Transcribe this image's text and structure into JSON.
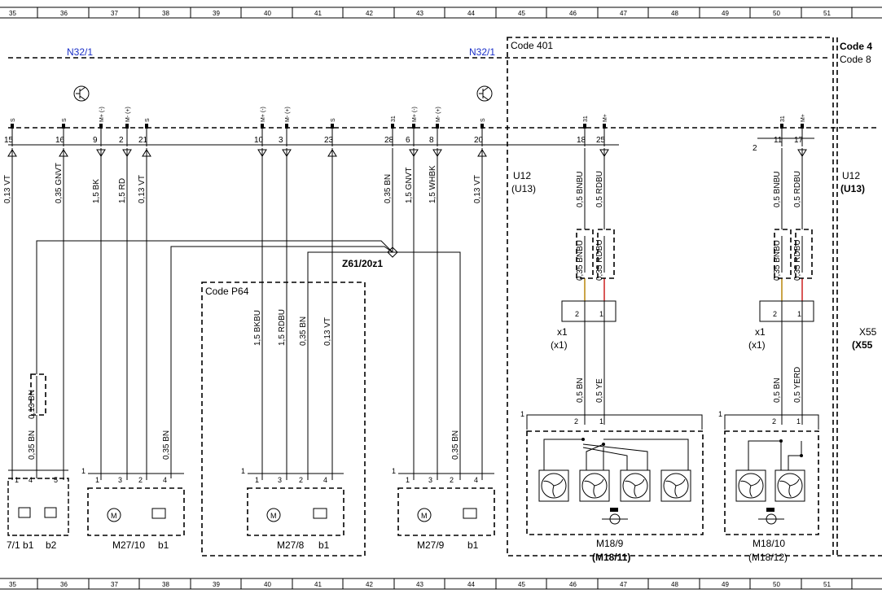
{
  "grid_numbers": [
    "35",
    "36",
    "37",
    "38",
    "39",
    "40",
    "41",
    "42",
    "43",
    "44",
    "45",
    "46",
    "47",
    "48",
    "49",
    "50",
    "51"
  ],
  "modules": {
    "n32_left": "N32/1",
    "n32_right": "N32/1"
  },
  "codes": {
    "code401": "Code 401",
    "code_right_top": "Code 4",
    "code_right_bot": "Code 8",
    "code_p64": "Code P64"
  },
  "connectors": {
    "u12_a": "U12",
    "u13_a": "(U13)",
    "u12_b": "U12",
    "u13_b": "(U13)",
    "z61": "Z61/20z1",
    "x1_a": "x1",
    "x1_a2": "(x1)",
    "x1_b": "x1",
    "x1_b2": "(x1)",
    "x55_a": "X55",
    "x55_b": "(X55"
  },
  "pins_top": [
    {
      "n": "15",
      "s": "S"
    },
    {
      "n": "16",
      "s": "S"
    },
    {
      "n": "9",
      "s": "M+ (-)"
    },
    {
      "n": "2",
      "s": "M- (+)"
    },
    {
      "n": "21",
      "s": "S"
    },
    {
      "n": "10",
      "s": "M+ (-)"
    },
    {
      "n": "3",
      "s": "M- (+)"
    },
    {
      "n": "23",
      "s": "S"
    },
    {
      "n": "28",
      "s": "31"
    },
    {
      "n": "6",
      "s": "M+ (-)"
    },
    {
      "n": "8",
      "s": "M- (+)"
    },
    {
      "n": "20",
      "s": "S"
    },
    {
      "n": "18",
      "s": "31"
    },
    {
      "n": "25",
      "s": "M+"
    },
    {
      "n": "2",
      "s": ""
    },
    {
      "n": "11",
      "s": "31"
    },
    {
      "n": "17",
      "s": "M+"
    }
  ],
  "wires": [
    "0,13 VT",
    "0,35 GNVT",
    "1,5 BK",
    "1,5 RD",
    "0,13 VT",
    "0,35 BN",
    "1,5 GNVT",
    "1,5 WHBK",
    "0,13 VT",
    "0,5 BNBU",
    "0,5 RDBU",
    "0,5 BNBU",
    "0,5 RDBU",
    "0,35 BNBU",
    "0,35 RDBU",
    "0,35 BNBU",
    "0,35 RDBU",
    "0,13 BN",
    "0,35 BN",
    "0,35 BN",
    "1,5 BKBU",
    "1,5 RDBU",
    "0,35 BN",
    "0,13 VT",
    "0,35 BN",
    "0,5 BN",
    "0,5 YE",
    "0,5 BN",
    "0,5 YERD"
  ],
  "components": {
    "m27_1_prefix": "7/1 b1",
    "b2": "b2",
    "m27_10": "M27/10",
    "b1_a": "b1",
    "m27_8": "M27/8",
    "b1_b": "b1",
    "m27_9": "M27/9",
    "b1_c": "b1",
    "m18_9": "M18/9",
    "m18_11": "(M18/11)",
    "m18_10": "M18/10",
    "m18_12": "(M18/12)"
  },
  "small_pins": {
    "a": [
      "1",
      "4",
      "5"
    ],
    "b": [
      "1",
      "1",
      "3",
      "2",
      "4"
    ],
    "c": [
      "1",
      "1",
      "3",
      "2",
      "4"
    ],
    "d": [
      "1",
      "1",
      "3",
      "2",
      "4"
    ],
    "fan1": [
      "1",
      "2",
      "1"
    ],
    "fan2": [
      "1",
      "2",
      "1"
    ],
    "x1a": [
      "2",
      "1"
    ],
    "x1b": [
      "2",
      "1"
    ]
  }
}
